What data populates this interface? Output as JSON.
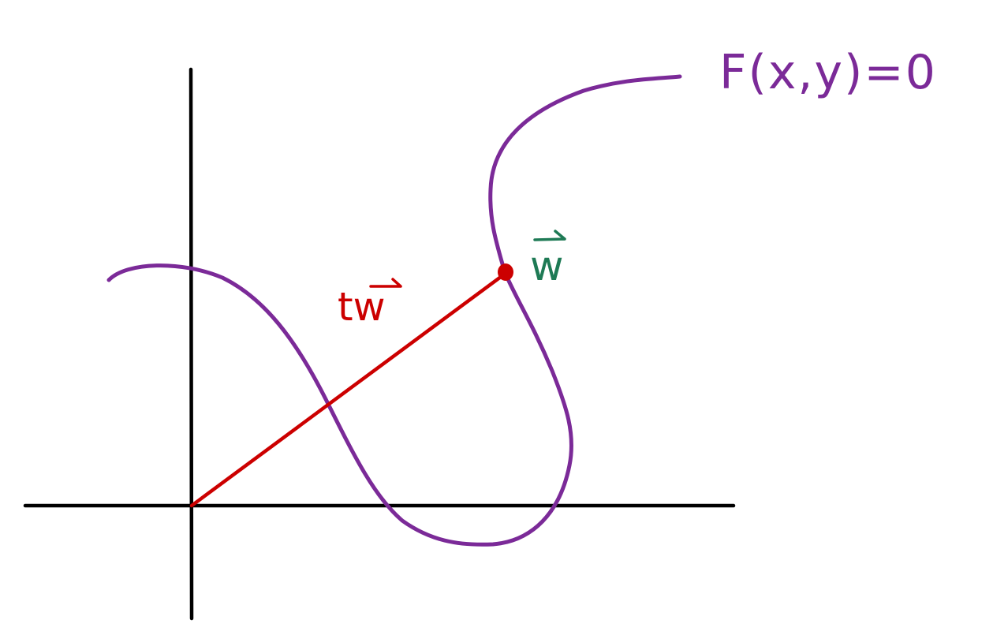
{
  "labels": {
    "curve_equation": "F(x,y)=0",
    "scaled_vector": "tw",
    "vector": "w"
  },
  "colors": {
    "axes": "#000000",
    "curve": "#7b2a98",
    "vector": "#cc0000",
    "point_label": "#1e7a55"
  }
}
